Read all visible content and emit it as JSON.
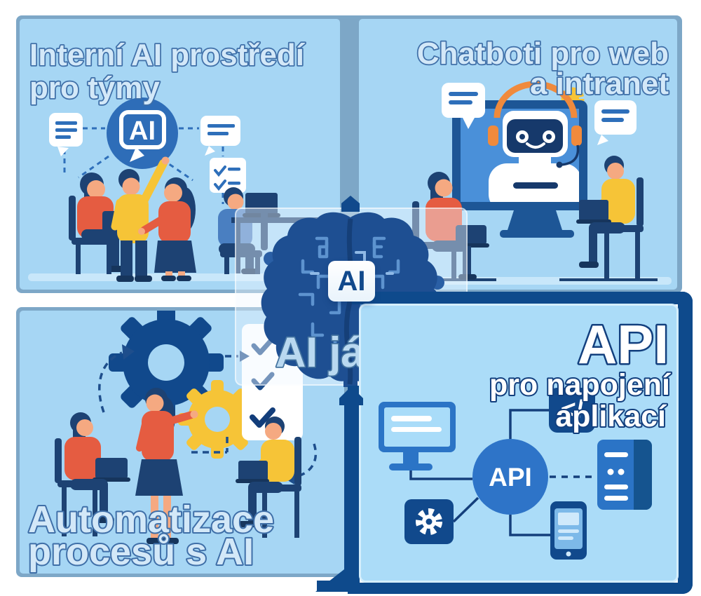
{
  "infographic": {
    "center": {
      "chip_label": "AI",
      "caption": "AI já"
    },
    "panels": {
      "internal_ai": {
        "title_line1": "Interní AI prostředí",
        "title_line2": "pro týmy",
        "bubble_label": "AI"
      },
      "chatbots_web": {
        "title_line1": "Chatboti pro web",
        "title_line2": "a intranet"
      },
      "automation": {
        "title_line1": "Automatizace",
        "title_line2": "procesů s AI"
      },
      "api": {
        "title_main": "API",
        "title_sub1": "pro napojení",
        "title_sub2": "aplikací",
        "code_glyph": "</",
        "hub_label": "API"
      }
    },
    "colors": {
      "page_bg": "#ffffff",
      "frame_gray_blue": "#7da7c7",
      "panel_fill": "#a6d6f4",
      "api_border_navy": "#0e4a8c",
      "illustration_navy": "#1d4273",
      "accent_blue": "#2e6fba",
      "screen_blue": "#4a90d9",
      "shirt_orange": "#e55c41",
      "headset_orange": "#f08a3c",
      "accent_yellow": "#f6c437",
      "skin": "#f5a981",
      "title_fill": "#d3e8f8",
      "title_stroke": "#3f6fa8"
    }
  }
}
